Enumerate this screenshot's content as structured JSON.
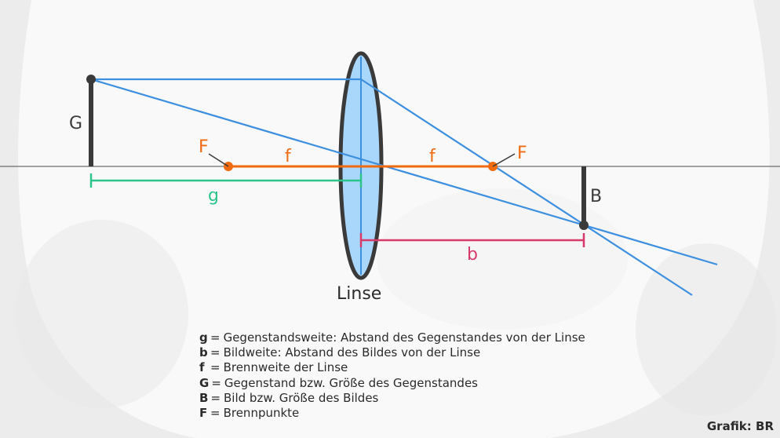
{
  "diagram": {
    "labels": {
      "object": "G",
      "image": "B",
      "focal_point_left": "F",
      "focal_point_right": "F",
      "focal_length_left": "f",
      "focal_length_right": "f",
      "object_distance": "g",
      "image_distance": "b",
      "lens": "Linse"
    },
    "colors": {
      "ray": "#3d8fe0",
      "focal": "#f06a10",
      "object_distance": "#2bc48a",
      "image_distance": "#d93a6c",
      "lens_fill": "#a9d6fb",
      "lens_stroke": "#3a3a3a",
      "object": "#3a3a3a"
    }
  },
  "legend": [
    {
      "symbol": "g",
      "text": "Gegenstandsweite: Abstand des Gegenstandes von der Linse"
    },
    {
      "symbol": "b",
      "text": "Bildweite: Abstand des Bildes von der Linse"
    },
    {
      "symbol": "f",
      "text": "Brennweite der Linse"
    },
    {
      "symbol": "G",
      "text": "Gegenstand bzw. Größe des Gegenstandes"
    },
    {
      "symbol": "B",
      "text": "Bild bzw. Größe des Bildes"
    },
    {
      "symbol": "F",
      "text": "Brennpunkte"
    }
  ],
  "credit": "Grafik: BR"
}
